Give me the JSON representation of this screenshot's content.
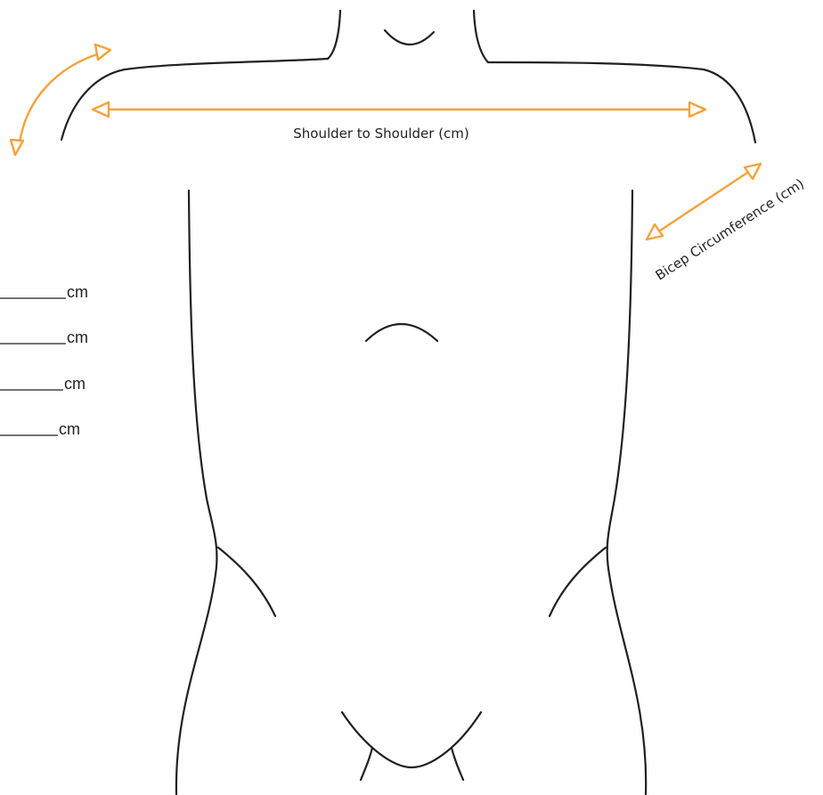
{
  "labels": {
    "shoulder_to_shoulder": "Shoulder to Shoulder (cm)",
    "bicep_circumference": "Bicep Circumference (cm)"
  },
  "measurement_fields": [
    {
      "unit": "cm"
    },
    {
      "unit": "cm"
    },
    {
      "unit": "cm"
    },
    {
      "unit": "cm"
    }
  ],
  "colors": {
    "accent": "#f2a33a",
    "outline": "#231f20",
    "background": "#ffffff"
  }
}
